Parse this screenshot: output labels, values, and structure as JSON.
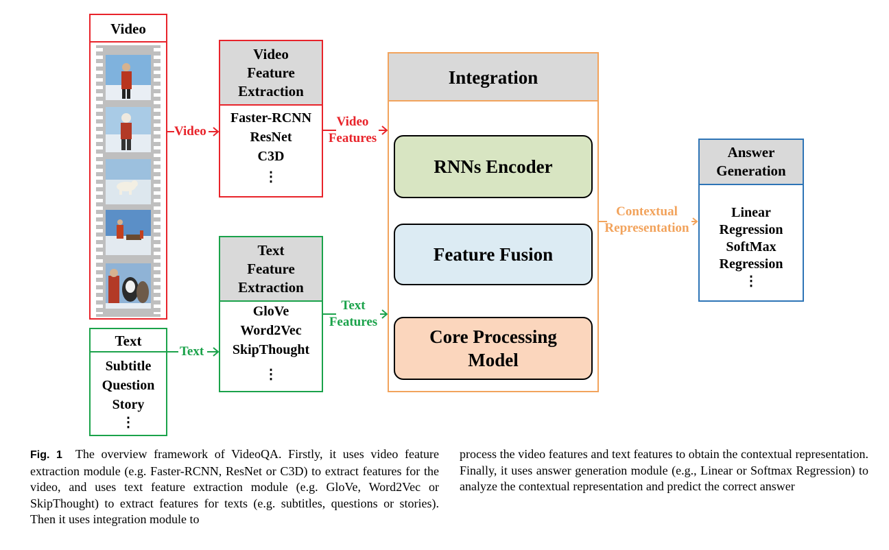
{
  "video": {
    "title": "Video"
  },
  "text": {
    "title": "Text",
    "items": [
      "Subtitle",
      "Question",
      "Story"
    ]
  },
  "video_feature_extraction": {
    "title": [
      "Video",
      "Feature",
      "Extraction"
    ],
    "items": [
      "Faster-RCNN",
      "ResNet",
      "C3D"
    ]
  },
  "text_feature_extraction": {
    "title": [
      "Text",
      "Feature",
      "Extraction"
    ],
    "items": [
      "GloVe",
      "Word2Vec",
      "SkipThought"
    ]
  },
  "integration": {
    "title": "Integration",
    "modules": {
      "rnn": "RNNs Encoder",
      "fusion": "Feature Fusion",
      "core": [
        "Core Processing",
        "Model"
      ]
    }
  },
  "answer_generation": {
    "title": [
      "Answer",
      "Generation"
    ],
    "items": [
      "Linear",
      "Regression",
      "SoftMax",
      "Regression"
    ]
  },
  "arrows": {
    "video": "Video",
    "text": "Text",
    "video_features": [
      "Video",
      "Features"
    ],
    "text_features": [
      "Text",
      "Features"
    ],
    "contextual": [
      "Contextual",
      "Representation"
    ]
  },
  "ellipsis": "⋮",
  "colors": {
    "video": "#e8232a",
    "text": "#1aa24a",
    "integration": "#f2a35c",
    "answer": "#2d74b6",
    "rnn": "#d8e5c2",
    "fusion": "#dcebf3",
    "core": "#fbd6bd",
    "header": "#d9d9d9"
  },
  "caption": {
    "label": "Fig. 1",
    "left": "The overview framework of VideoQA. Firstly, it uses video feature extraction module (e.g. Faster-RCNN, ResNet or C3D) to extract features for the video, and uses text feature extraction module (e.g. GloVe, Word2Vec or SkipThought) to extract features for texts (e.g. subtitles, questions or stories). Then it uses integration module to",
    "right": "process the video features and text features to obtain the contextual representation. Finally, it uses answer generation module (e.g., Linear or Softmax Regression) to analyze the contextual representation and predict the correct answer"
  }
}
